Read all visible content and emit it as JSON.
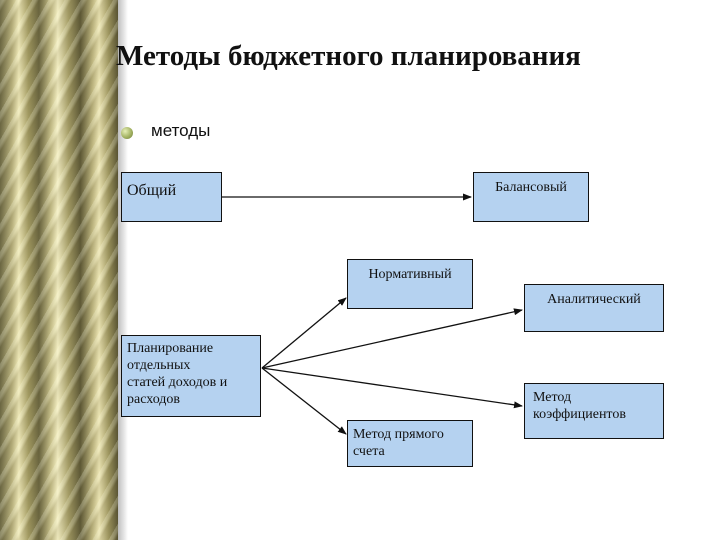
{
  "slide": {
    "title": "Методы бюджетного планирования",
    "bullet": "методы"
  },
  "diagram": {
    "nodes": {
      "obshchiy": "Общий",
      "balansovyi": "Балансовый",
      "normativnyi": "Нормативный",
      "analiticheskiy": "Аналитический",
      "planirovanie": [
        "Планирование",
        "отдельных",
        "статей доходов и",
        "расходов"
      ],
      "koefficienty": [
        "Метод",
        "коэффициентов"
      ],
      "pryamoy": [
        "Метод прямого",
        "счета"
      ]
    },
    "edges": [
      {
        "from": "Общий",
        "to": "Балансовый"
      },
      {
        "from": "Планирование отдельных статей доходов и расходов",
        "to": "Нормативный"
      },
      {
        "from": "Планирование отдельных статей доходов и расходов",
        "to": "Аналитический"
      },
      {
        "from": "Планирование отдельных статей доходов и расходов",
        "to": "Метод коэффициентов"
      },
      {
        "from": "Планирование отдельных статей доходов и расходов",
        "to": "Метод прямого счета"
      }
    ],
    "colors": {
      "box_fill": "#b5d2f0",
      "border": "#111111"
    }
  }
}
